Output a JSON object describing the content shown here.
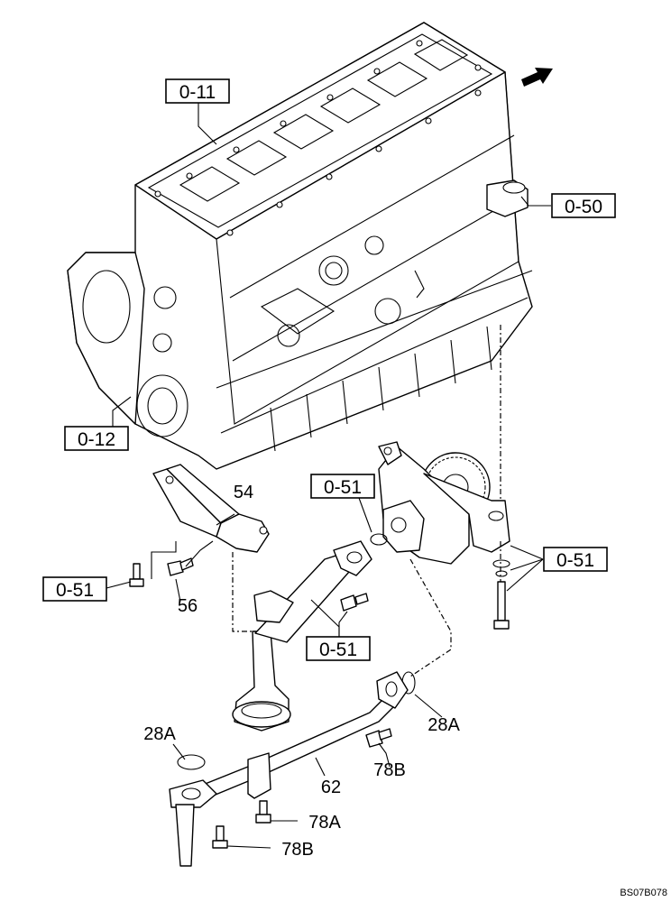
{
  "callouts": {
    "block_top": "0-11",
    "block_side": "0-12",
    "oil_outlet": "0-50",
    "oring_ref": "0-51",
    "bracket_bolt": "0-51",
    "pipe_bolt": "0-51",
    "pump_bolt": "0-51"
  },
  "part_numbers": {
    "bracket": "54",
    "bracket_bolt": "56",
    "oring_upper": "28A",
    "oring_lower": "28A",
    "pipe": "62",
    "pipe_bolt": "78B",
    "strainer_bolt_a": "78A",
    "strainer_bolt_b": "78B"
  },
  "drawing_code": "BS07B078",
  "icons": [
    "front-direction-arrow-icon"
  ]
}
